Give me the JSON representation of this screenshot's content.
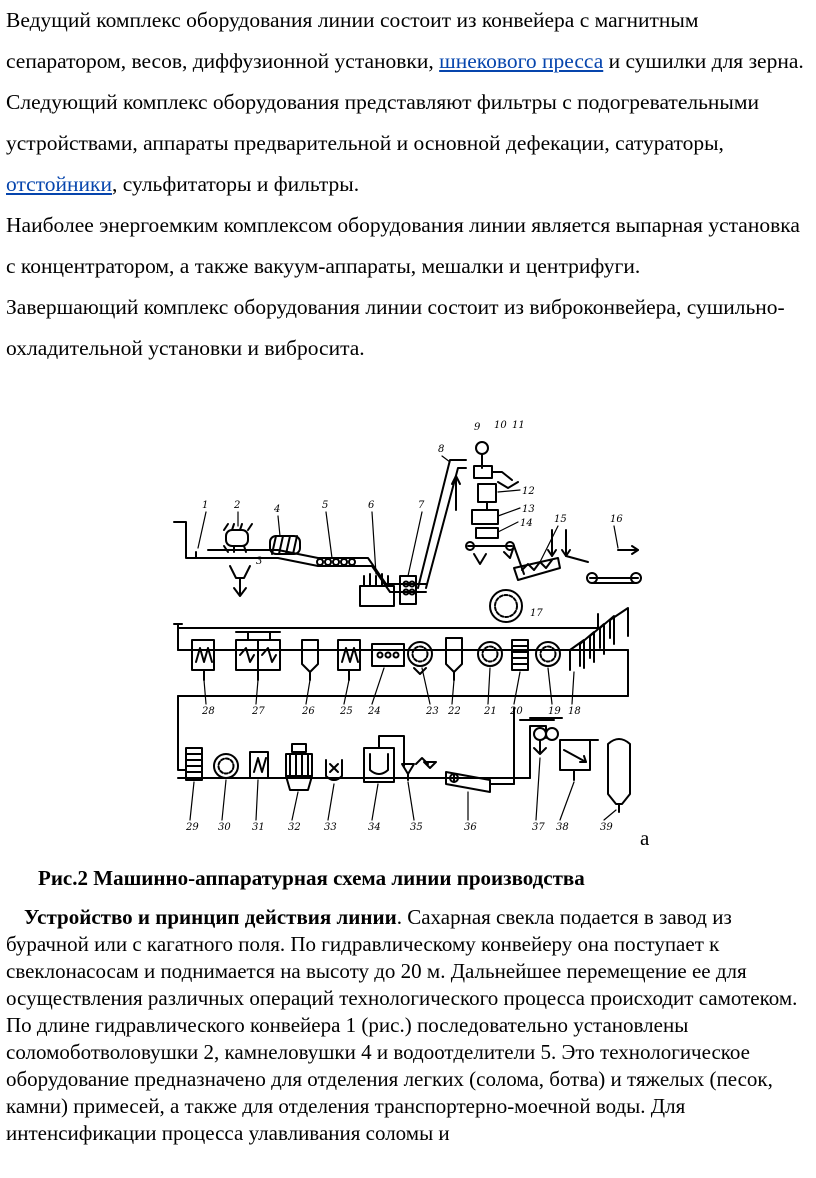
{
  "paragraphs": [
    {
      "pre": "Ведущий комплекс оборудования линии состоит из конвейера с магнитным сепаратором, весов, диффузионной установки, ",
      "link": "шнекового пресса",
      "post": " и сушилки для зерна."
    },
    {
      "pre": "Следующий комплекс оборудования представляют фильтры с подогревательными устройствами, аппараты предварительной и основной дефекации, сатураторы, ",
      "link": "отстойники",
      "post": ", сульфитаторы и фильтры."
    },
    {
      "text": "Наиболее энергоемким комплексом оборудования линии является выпарная установка с концентратором, а также вакуум-аппараты, мешалки и центрифуги."
    },
    {
      "text": "Завершающий комплекс оборудования линии состоит из виброконвейера, сушильно-охладительной установки и вибросита."
    }
  ],
  "figure": {
    "letter": "а",
    "caption": "Рис.2 Машинно-аппаратурная схема линии производства",
    "labels": [
      "1",
      "2",
      "3",
      "4",
      "5",
      "6",
      "7",
      "8",
      "9",
      "10",
      "11",
      "12",
      "13",
      "14",
      "15",
      "16",
      "17",
      "18",
      "19",
      "20",
      "21",
      "22",
      "23",
      "24",
      "25",
      "26",
      "27",
      "28",
      "29",
      "30",
      "31",
      "32",
      "33",
      "34",
      "35",
      "36",
      "37",
      "38",
      "39"
    ]
  },
  "body": {
    "heading": "Устройство и принцип действия линии",
    "text": ". Сахарная свекла подается в завод из бурачной или с кагатного поля. По гидравлическому конвейеру она поступает к свеклонасосам и поднимается на высоту до 20 м. Дальнейшее перемещение ее для осуществления различных операций технологического процесса происходит самотеком. По длине гидравлического конвейера 1 (рис.) последовательно установлены соломоботволовушки 2, камнеловушки 4 и водоотделители 5. Это технологическое оборудование предназначено для отделения легких (солома, ботва) и тяжелых (песок, камни) примесей, а также для отделения транспортерно-моечной воды. Для интенсификации процесса улавливания соломы и"
  }
}
